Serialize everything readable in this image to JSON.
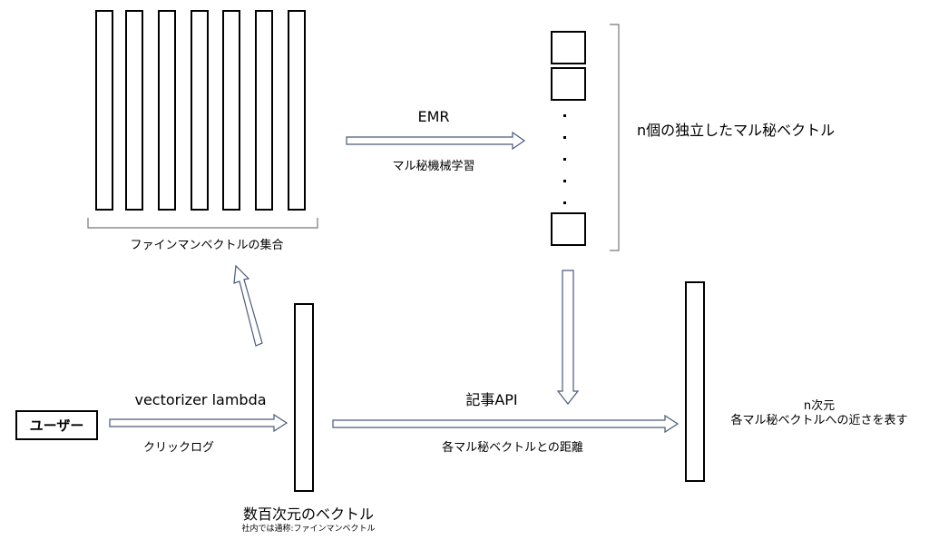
{
  "labels": {
    "fineman_set": "ファインマンベクトルの集合",
    "emr": "EMR",
    "secret_ml": "マル秘機械学習",
    "n_vectors": "n個の独立したマル秘ベクトル",
    "user": "ユーザー",
    "vectorizer": "vectorizer lambda",
    "click_log": "クリックログ",
    "article_api": "記事API",
    "distance": "各マル秘ベクトルとの距離",
    "n_dim": "n次元",
    "closeness": "各マル秘ベクトルへの近さを表す",
    "hundreds_dim": "数百次元のベクトル",
    "internal_name": "社内では通称:ファインマンベクトル"
  },
  "colors": {
    "stroke": "#000000",
    "arrow_stroke": "#4a5a7a",
    "arrow_fill": "#ffffff",
    "bracket": "#777777"
  }
}
